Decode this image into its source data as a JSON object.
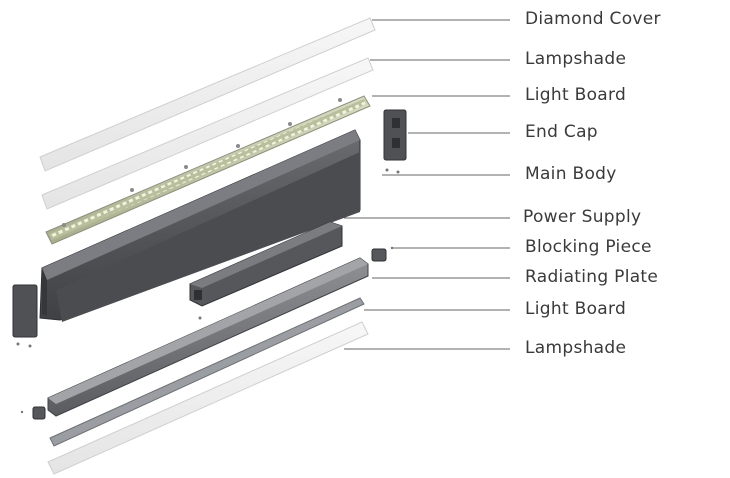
{
  "labels": {
    "diamond_cover": "Diamond Cover",
    "lampshade_top": "Lampshade",
    "light_board_top": "Light Board",
    "end_cap": "End Cap",
    "main_body": "Main Body",
    "power_supply": "Power Supply",
    "blocking_piece": "Blocking Piece",
    "radiating_plate": "Radiating Plate",
    "light_board_bottom": "Light Board",
    "lampshade_bottom": "Lampshade"
  },
  "colors": {
    "text": "#3a3a3a",
    "leader_line": "#666666",
    "body_dark": "#4a4c50",
    "body_mid": "#5f6166",
    "diffuser": "#eeeeee",
    "led_chip": "#c9d2a4"
  }
}
